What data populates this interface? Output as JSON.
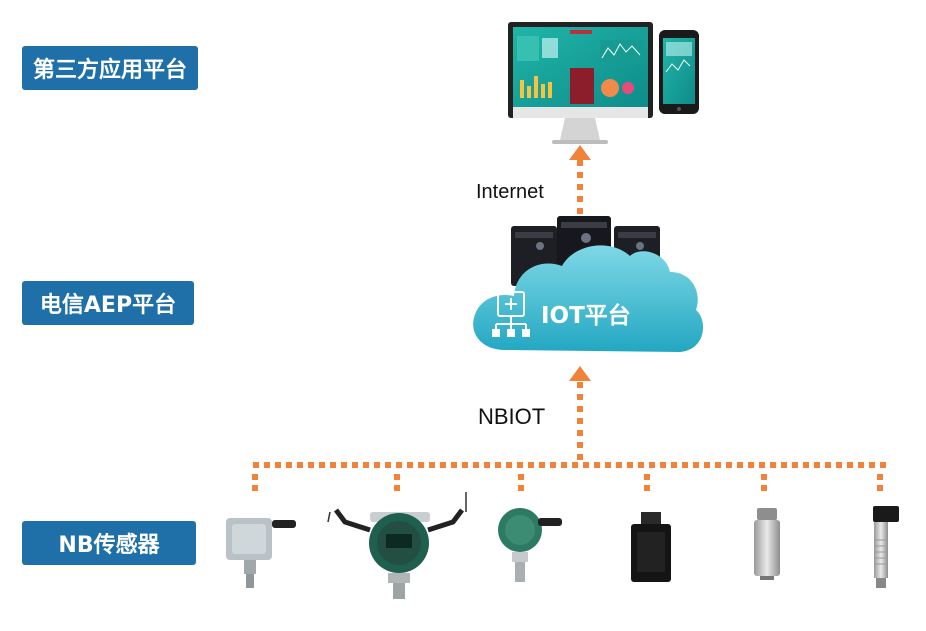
{
  "tiers": {
    "app": "第三方应用平台",
    "aep": "电信AEP平台",
    "sensor": "NB传感器"
  },
  "connections": {
    "internet": "Internet",
    "nbiot": "NBIOT"
  },
  "cloud_label": "IOT平台",
  "colors": {
    "tier_bg": "#1f6fa8",
    "arrow": "#f0823a",
    "cloud": "#3fb9cf"
  },
  "icons": [
    "monitor-icon",
    "phone-icon",
    "server-icon",
    "cloud-icon",
    "iot-hub-icon",
    "sensor-icon"
  ]
}
